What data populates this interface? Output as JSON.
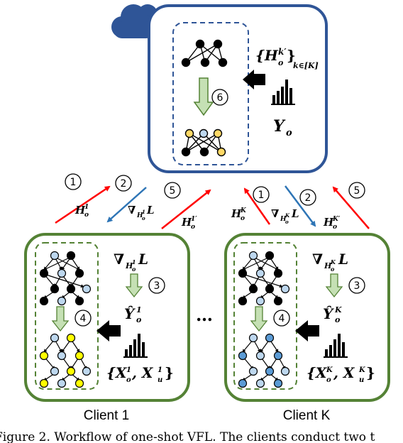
{
  "server": {
    "embeddings_set": "{H",
    "embeddings_sup": "k′",
    "embeddings_sub": "k∈[K]",
    "embeddings_inner_sub": "o",
    "embeddings_close": "}",
    "labels": "Y",
    "labels_sub": "o",
    "step_update": "6"
  },
  "flows": {
    "step1": "1",
    "step2": "2",
    "step5": "5",
    "h1": "H",
    "h1_sup": "1",
    "h1_sub": "o",
    "grad1": "∇",
    "grad1_sub": "H",
    "grad1_sub_sup": "1",
    "grad1_sub_sub": "o",
    "grad1_L": "L",
    "h1prime": "H",
    "h1prime_sup": "1′",
    "h1prime_sub": "o",
    "hk": "H",
    "hk_sup": "K",
    "hk_sub": "o",
    "gradk": "∇",
    "gradk_sub": "H",
    "gradk_sub_sup": "K",
    "gradk_sub_sub": "o",
    "gradk_L": "L",
    "hkprime": "H",
    "hkprime_sup": "K′",
    "hkprime_sub": "o"
  },
  "client1": {
    "grad": "∇",
    "grad_sub": "H",
    "grad_sub_sup": "1",
    "grad_sub_sub": "o",
    "grad_L": "L",
    "pseudo": "Ŷ",
    "pseudo_sup": "1",
    "pseudo_sub": "o",
    "data_open": "{X",
    "data_sup1": "1",
    "data_sub1": "o",
    "data_mid": ", X",
    "data_sup2": "1",
    "data_sub2": "u",
    "data_close": "}",
    "step_pseudo": "3",
    "step_train": "4",
    "caption": "Client 1"
  },
  "ellipsis": "…",
  "clientK": {
    "grad": "∇",
    "grad_sub": "H",
    "grad_sub_sup": "K",
    "grad_sub_sub": "o",
    "grad_L": "L",
    "pseudo": "Ŷ",
    "pseudo_sup": "K",
    "pseudo_sub": "o",
    "data_open": "{X",
    "data_sup1": "K",
    "data_sub1": "o",
    "data_mid": ", X",
    "data_sup2": "K",
    "data_sub2": "u",
    "data_close": "}",
    "step_pseudo": "3",
    "step_train": "4",
    "caption": "Client K"
  },
  "figure_caption": "Figure 2. Workflow of one-shot VFL. The clients conduct two t",
  "colors": {
    "server_border": "#2f5597",
    "client_border": "#548235",
    "cloud": "#2f5597",
    "up_arrow": "#ff0000",
    "down_arrow": "#2e75b6",
    "process_arrow_fill": "#c5e0b4",
    "node_dark": "#000000",
    "node_yellow": "#ffff00",
    "node_gold": "#ffd966",
    "node_cyan": "#bdd7ee",
    "node_blue": "#5b9bd5",
    "node_white": "#ffffff"
  }
}
